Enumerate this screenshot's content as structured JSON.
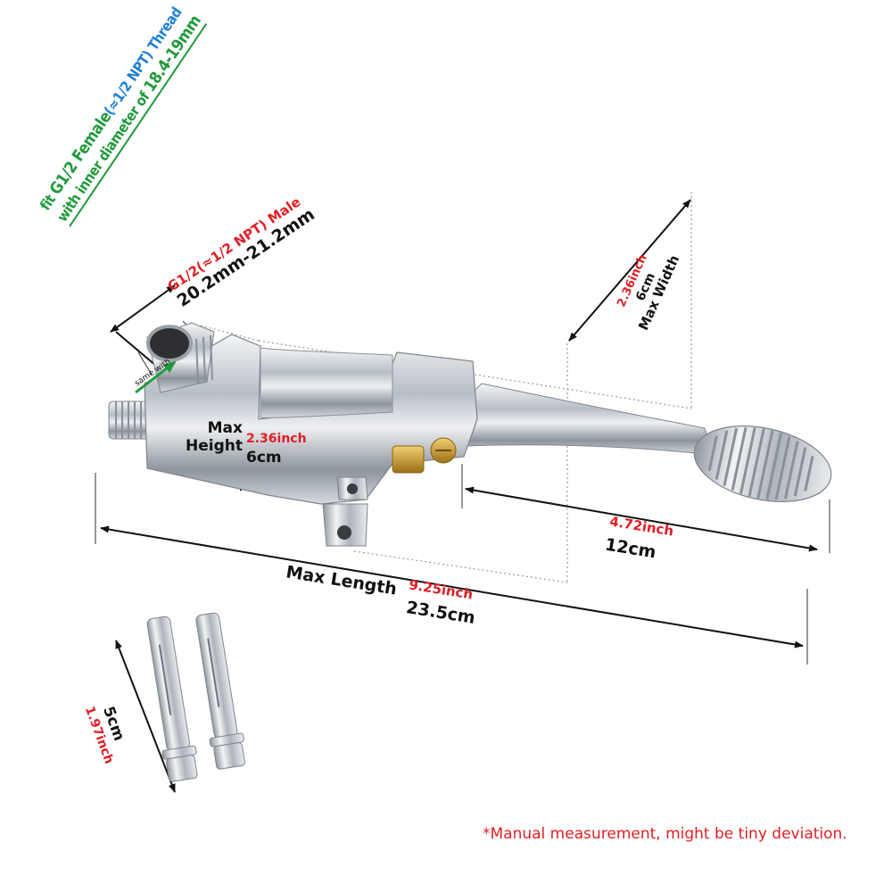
{
  "thread_note": {
    "line1": {
      "fit": "fit ",
      "g": "G1/2 Female",
      "npt": "(≈1/2 NPT)",
      "thread": " Thread"
    },
    "line2": {
      "pre": "with inner diameter of ",
      "range": "18.4-19mm"
    }
  },
  "male_note": {
    "spec": "G1/2(≈1/2 NPT) Male",
    "diameter": "20.2mm-21.2mm"
  },
  "same_with_label": "same with",
  "height": {
    "label_line1": "Max",
    "label_line2": "Height",
    "inch": "2.36inch",
    "cm": "6cm"
  },
  "width": {
    "inch": "2.36inch",
    "cm": "6cm",
    "label": "Max Width"
  },
  "pedal_length": {
    "inch": "4.72inch",
    "cm": "12cm"
  },
  "total_length": {
    "label": "Max Length",
    "inch": "9.25inch",
    "cm": "23.5cm"
  },
  "bolt_length": {
    "inch": "1.97inch",
    "cm": "5cm"
  },
  "footnote": "*Manual measurement, might be tiny deviation.",
  "colors": {
    "red": "#e01e24",
    "green": "#1f9a3a",
    "blue": "#1d7fd6",
    "chrome": "#c9cdd3",
    "brass": "#c99a2e"
  }
}
